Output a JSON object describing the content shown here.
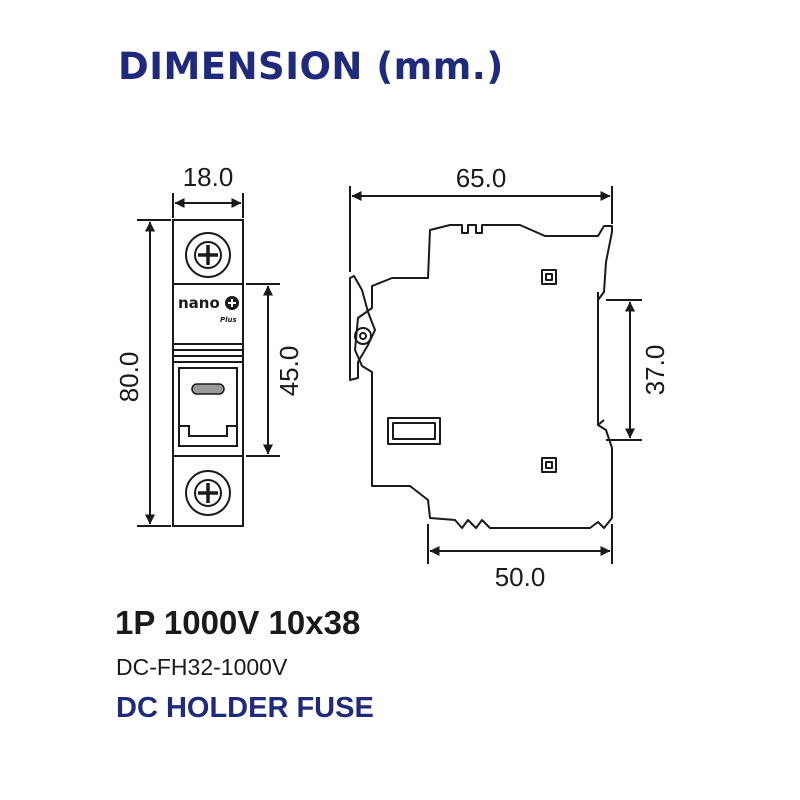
{
  "header": {
    "title": "DIMENSION (mm.)"
  },
  "dimensions": {
    "front_width": "18.0",
    "front_height": "80.0",
    "front_window_height": "45.0",
    "side_width": "65.0",
    "side_rail_height": "37.0",
    "side_base_width": "50.0"
  },
  "device": {
    "brand": "nano",
    "brand_sub": "Plus"
  },
  "product": {
    "spec": "1P 1000V 10x38",
    "model": "DC-FH32-1000V",
    "name": "DC HOLDER FUSE"
  },
  "colors": {
    "title": "#1f2a7c",
    "product_name": "#1f2a7c",
    "text": "#1a1a1a",
    "line": "#1a1a1a"
  }
}
